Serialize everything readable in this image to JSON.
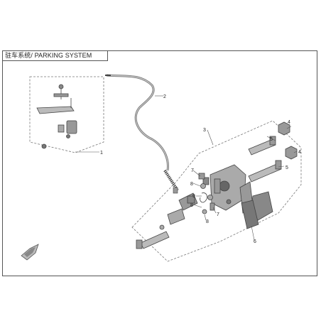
{
  "title": "驻车系统/ PARKING SYSTEM",
  "callouts": {
    "c1": "1",
    "c2": "2",
    "c3": "3",
    "c4a": "4",
    "c4b": "4",
    "c5a": "5",
    "c5b": "5",
    "c6": "6",
    "c7a": "7",
    "c7b": "7",
    "c8a": "8",
    "c8b": "8",
    "c8c": "8",
    "c9": "9"
  },
  "colors": {
    "line": "#555555",
    "part": "#888888",
    "dark": "#444444"
  }
}
